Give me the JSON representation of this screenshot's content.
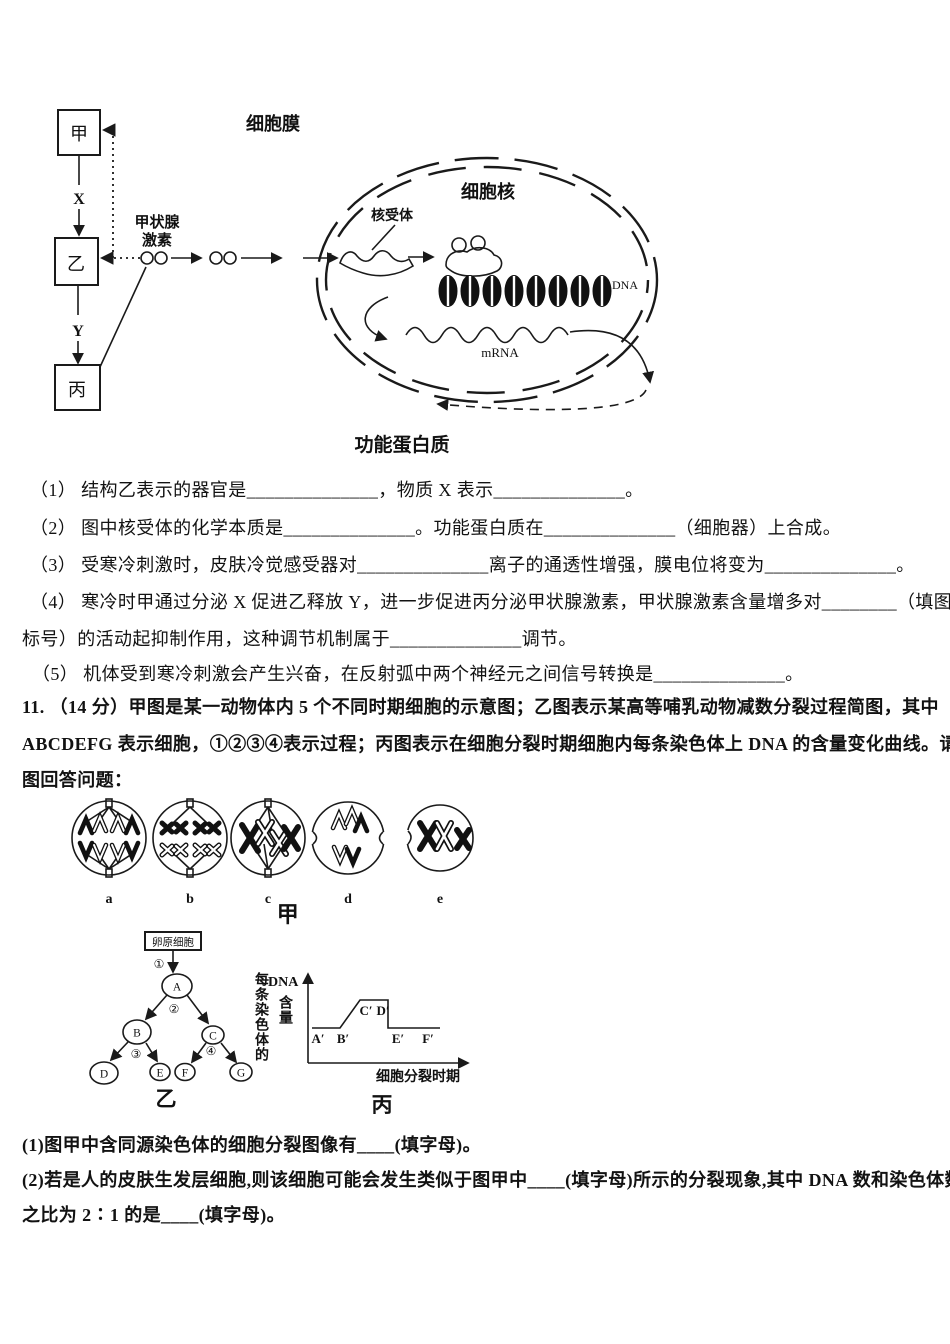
{
  "hormone_diagram": {
    "membrane_label": "细胞膜",
    "box_jia": "甲",
    "box_yi": "乙",
    "box_bing": "丙",
    "substance_x": "X",
    "substance_y": "Y",
    "hormone_line1": "甲状腺",
    "hormone_line2": "激素",
    "nucleus_label": "细胞核",
    "nuclear_receptor_label": "核受体",
    "dna_label": "DNA",
    "mrna_label": "mRNA",
    "protein_label": "功能蛋白质"
  },
  "question10": {
    "lines": [
      "（1） 结构乙表示的器官是______________，物质 X 表示______________。",
      "（2） 图中核受体的化学本质是______________。功能蛋白质在______________（细胞器）上合成。",
      "（3） 受寒冷刺激时，皮肤冷觉感受器对______________离子的通透性增强，膜电位将变为______________。",
      "（4） 寒冷时甲通过分泌 X 促进乙释放 Y，进一步促进丙分泌甲状腺激素，甲状腺激素含量增多对________（填图中",
      "标号）的活动起抑制作用，这种调节机制属于______________调节。",
      "（5） 机体受到寒冷刺激会产生兴奋，在反射弧中两个神经元之间信号转换是______________。"
    ]
  },
  "question11": {
    "intro_lines": [
      "11. （14 分）甲图是某一动物体内 5 个不同时期细胞的示意图；乙图表示某高等哺乳动物减数分裂过程简图，其中",
      "ABCDEFG 表示细胞，①②③④表示过程；丙图表示在细胞分裂时期细胞内每条染色体上 DNA 的含量变化曲线。请据",
      "图回答问题："
    ],
    "sub_lines": [
      "(1)图甲中含同源染色体的细胞分裂图像有____(填字母)。",
      "(2)若是人的皮肤生发层细胞,则该细胞可能会发生类似于图甲中____(填字母)所示的分裂现象,其中 DNA 数和染色体数",
      "之比为 2∶1 的是____(填字母)。"
    ]
  },
  "figure_jia": {
    "cell_labels": [
      "a",
      "b",
      "c",
      "d",
      "e"
    ],
    "caption": "甲"
  },
  "figure_yi": {
    "source_cell": "卵原细胞",
    "process_labels": [
      "①",
      "②",
      "③",
      "④"
    ],
    "cell_nodes": [
      "A",
      "B",
      "C",
      "D",
      "E",
      "F",
      "G"
    ],
    "caption": "乙"
  },
  "figure_bing": {
    "caption": "丙",
    "y_axis_label_col": "每条染色体的",
    "y_axis_label_dna": "DNA",
    "y_axis_label_amount": "含量",
    "x_axis_label": "细胞分裂时期",
    "stage_points": [
      "A′",
      "B′",
      "C′",
      "D′",
      "E′",
      "F′"
    ],
    "chart_data": {
      "type": "line",
      "x": [
        "A′",
        "B′",
        "C′",
        "D′",
        "E′",
        "F′"
      ],
      "values": [
        1,
        1,
        2,
        2,
        1,
        1
      ],
      "title": "",
      "xlabel": "细胞分裂时期",
      "ylabel": "每条染色体的DNA含量",
      "ylim": [
        0,
        2.5
      ]
    }
  }
}
